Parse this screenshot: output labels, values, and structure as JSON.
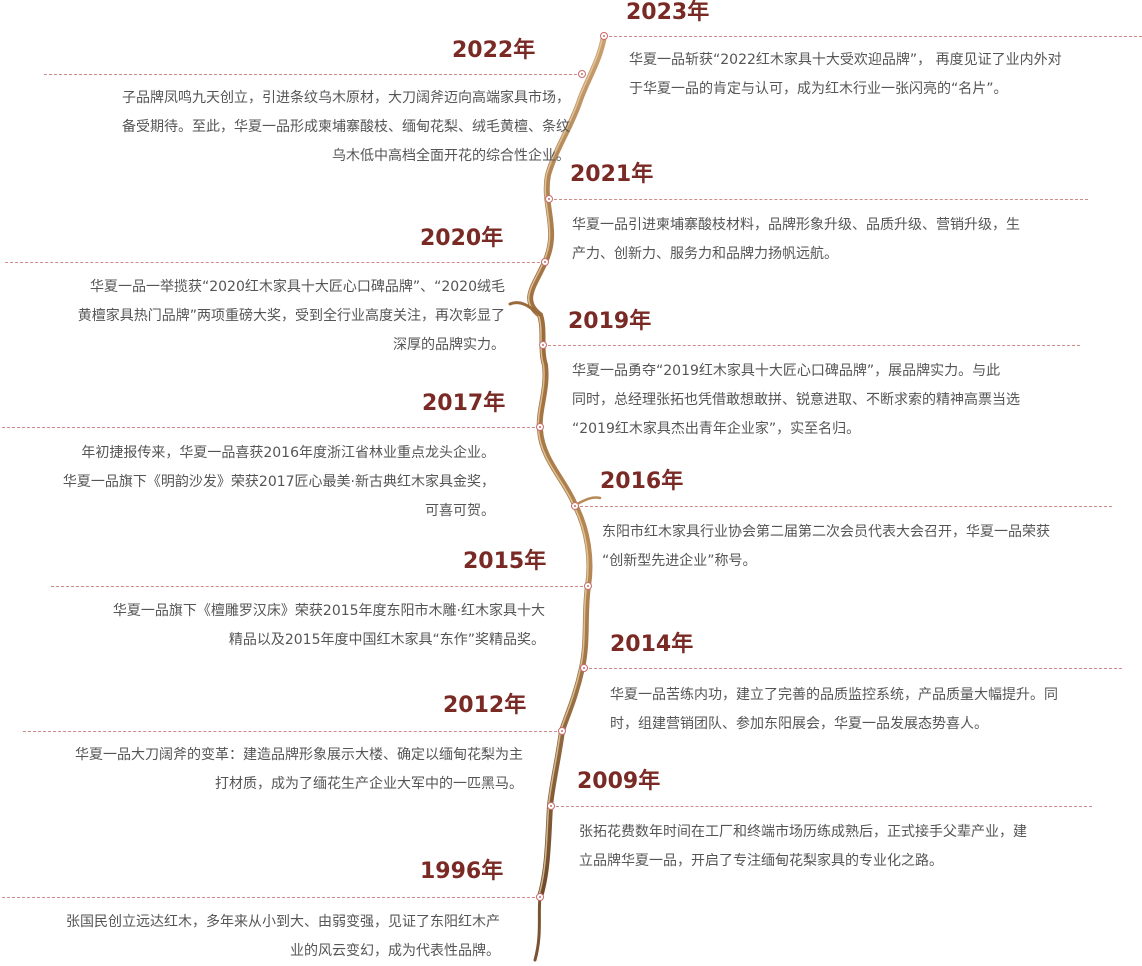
{
  "colors": {
    "year": "#7a2a25",
    "dash": "#cf8b86",
    "text": "#555555",
    "branch": "#a07640"
  },
  "events": [
    {
      "year": "2023年",
      "side": "right",
      "lines": [
        "华夏一品斩获“2022红木家具十大受欢迎品牌”， 再度见证了业内外对",
        "于华夏一品的肯定与认可，成为红木行业一张闪亮的“名片”。"
      ]
    },
    {
      "year": "2022年",
      "side": "left",
      "lines": [
        "子品牌凤鸣九天创立，引进条纹乌木原材，大刀阔斧迈向高端家具市场，",
        "备受期待。至此，华夏一品形成柬埔寨酸枝、缅甸花梨、绒毛黄檀、条纹",
        "乌木低中高档全面开花的综合性企业。"
      ]
    },
    {
      "year": "2021年",
      "side": "right",
      "lines": [
        "华夏一品引进柬埔寨酸枝材料，品牌形象升级、品质升级、营销升级，生",
        "产力、创新力、服务力和品牌力扬帆远航。"
      ]
    },
    {
      "year": "2020年",
      "side": "left",
      "lines": [
        "华夏一品一举揽获“2020红木家具十大匠心口碑品牌”、“2020绒毛",
        "黄檀家具热门品牌”两项重磅大奖，受到全行业高度关注，再次彰显了",
        "深厚的品牌实力。"
      ]
    },
    {
      "year": "2019年",
      "side": "right",
      "lines": [
        "华夏一品勇夺“2019红木家具十大匠心口碑品牌”，展品牌实力。与此",
        "同时，总经理张拓也凭借敢想敢拼、锐意进取、不断求索的精神高票当选",
        "“2019红木家具杰出青年企业家”，实至名归。"
      ]
    },
    {
      "year": "2017年",
      "side": "left",
      "lines": [
        "年初捷报传来，华夏一品喜获2016年度浙江省林业重点龙头企业。",
        "华夏一品旗下《明韵沙发》荣获2017匠心最美·新古典红木家具金奖，",
        "可喜可贺。"
      ]
    },
    {
      "year": "2016年",
      "side": "right",
      "lines": [
        "东阳市红木家具行业协会第二届第二次会员代表大会召开，华夏一品荣获",
        "“创新型先进企业”称号。"
      ]
    },
    {
      "year": "2015年",
      "side": "left",
      "lines": [
        "华夏一品旗下《檀雕罗汉床》荣获2015年度东阳市木雕·红木家具十大",
        "精品以及2015年度中国红木家具“东作”奖精品奖。"
      ]
    },
    {
      "year": "2014年",
      "side": "right",
      "lines": [
        "华夏一品苦练内功，建立了完善的品质监控系统，产品质量大幅提升。同",
        "时，组建营销团队、参加东阳展会，华夏一品发展态势喜人。"
      ]
    },
    {
      "year": "2012年",
      "side": "left",
      "lines": [
        "华夏一品大刀阔斧的变革：建造品牌形象展示大楼、确定以缅甸花梨为主",
        "打材质，成为了缅花生产企业大军中的一匹黑马。"
      ]
    },
    {
      "year": "2009年",
      "side": "right",
      "lines": [
        "张拓花费数年时间在工厂和终端市场历练成熟后，正式接手父辈产业，建",
        "立品牌华夏一品，开启了专注缅甸花梨家具的专业化之路。"
      ]
    },
    {
      "year": "1996年",
      "side": "left",
      "lines": [
        "张国民创立远达红木，多年来从小到大、由弱变强，见证了东阳红木产",
        "业的风云变幻，成为代表性品牌。"
      ]
    }
  ]
}
